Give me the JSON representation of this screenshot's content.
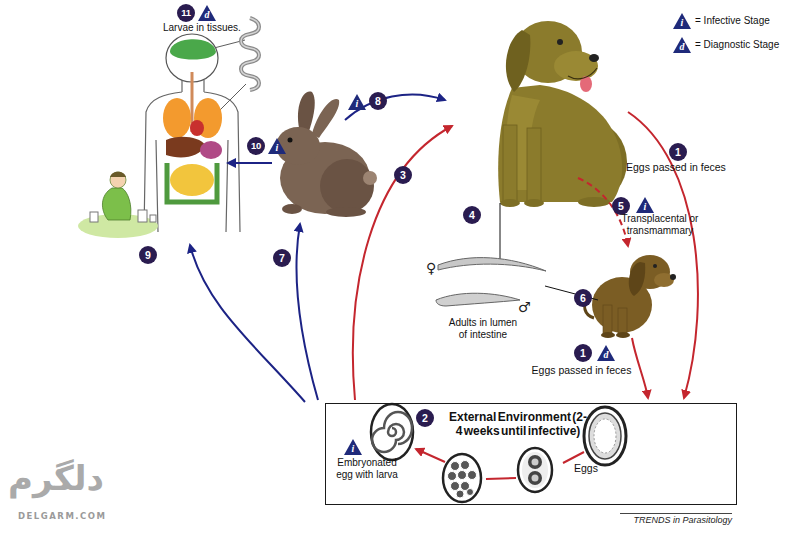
{
  "diagram": {
    "nodes": [
      {
        "text": [
          "External Environment (2-4 weeks until infective)"
        ]
      }
    ],
    "labels": [
      "11",
      "d",
      "Larvae in tissues.",
      "i",
      "d",
      "i",
      "8",
      "10",
      "i",
      "1",
      "Eggs passed in feces",
      "3",
      "5",
      "i",
      "Transplacental or transmammary",
      "4",
      "♀",
      "6",
      "♂",
      "Adults in lumen of intestine",
      "9",
      "7",
      "1",
      "d",
      "Eggs passed in feces",
      "2",
      "i",
      "Embryonated egg with larva",
      "Eggs",
      "TRENDS in Parasitology",
      "دلگرم",
      "DELGARM.COM"
    ],
    "legend": [
      {
        "text": "= Infective Stage"
      },
      {
        "text": "= Diagnostic Stage"
      }
    ]
  }
}
